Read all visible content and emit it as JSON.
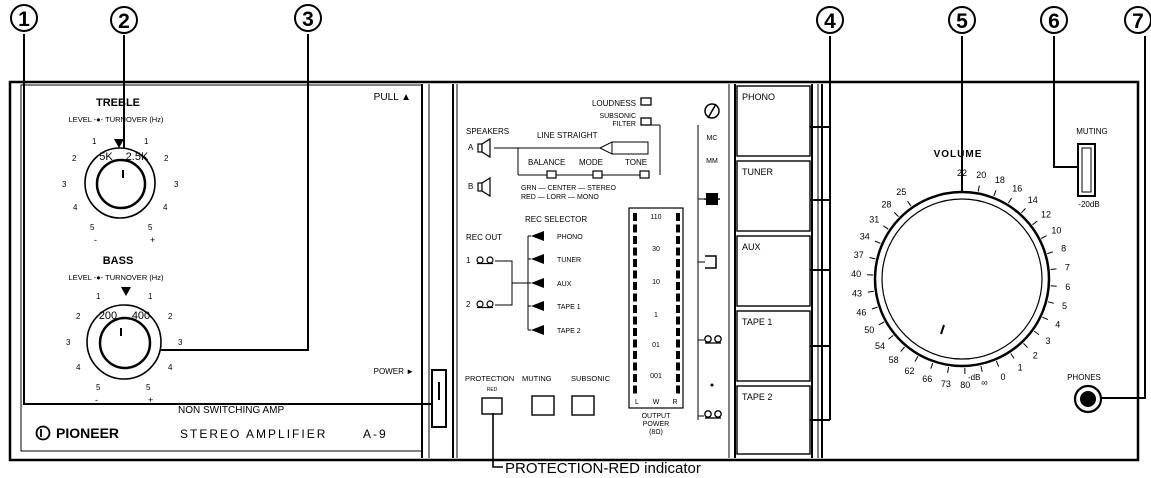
{
  "callouts": [
    "1",
    "2",
    "3",
    "4",
    "5",
    "6",
    "7"
  ],
  "brand": {
    "logo": "PIONEER",
    "model_prefix": "STEREO AMPLIFIER",
    "model": "A-9",
    "tagline": "NON SWITCHING AMP"
  },
  "left_panel": {
    "treble_title": "TREBLE",
    "treble_sub": "LEVEL -●- TURNOVER (Hz)",
    "treble_inner": [
      "5K",
      "2.5K"
    ],
    "bass_title": "BASS",
    "bass_sub": "LEVEL -●- TURNOVER (Hz)",
    "bass_inner": [
      "200",
      "400"
    ],
    "scale_left": [
      "1",
      "2",
      "3",
      "4",
      "5"
    ],
    "scale_right": [
      "1",
      "2",
      "3",
      "4",
      "5"
    ],
    "minus": "-",
    "plus": "+",
    "pull": "PULL ▲",
    "power": "POWER ►"
  },
  "center_panel": {
    "loudness": "LOUDNESS",
    "subsonic_filter": [
      "SUBSONIC",
      "FILTER"
    ],
    "speakers": "SPEAKERS",
    "speaker_a": "A",
    "speaker_b": "B",
    "line_straight": "LINE STRAIGHT",
    "balance": "BALANCE",
    "mode": "MODE",
    "tone": "TONE",
    "mode_legend_1": "GRN — CENTER — STEREO",
    "mode_legend_2": "RED — LORR — MONO",
    "rec_selector": "REC SELECTOR",
    "rec_out": "REC OUT",
    "rec_out_1": "1",
    "rec_out_2": "2",
    "rec_items": [
      "PHONO",
      "TUNER",
      "AUX",
      "TAPE 1",
      "TAPE 2"
    ],
    "meter_scale": [
      "110",
      "30",
      "10",
      "1",
      "01",
      "001"
    ],
    "meter_cols": [
      "L",
      "W",
      "R"
    ],
    "output_power": [
      "OUTPUT",
      "POWER",
      "(8Ω)"
    ],
    "mc": "MC",
    "mm": "MM",
    "bottom_labels": [
      "PROTECTION",
      "MUTING",
      "SUBSONIC"
    ],
    "red_small": "RED"
  },
  "input_buttons": [
    "PHONO",
    "TUNER",
    "AUX",
    "TAPE 1",
    "TAPE 2"
  ],
  "right_panel": {
    "volume": "VOLUME",
    "volume_scale": [
      "22",
      "20",
      "18",
      "16",
      "14",
      "12",
      "10",
      "8",
      "7",
      "6",
      "5",
      "4",
      "3",
      "2",
      "1",
      "0",
      "∞",
      "80",
      "73",
      "66",
      "62",
      "58",
      "54",
      "50",
      "46",
      "43",
      "40",
      "37",
      "34",
      "31",
      "28",
      "25"
    ],
    "db_unit": "-dB",
    "muting": "MUTING",
    "muting_value": "-20dB",
    "phones": "PHONES"
  },
  "caption": "PROTECTION-RED indicator"
}
